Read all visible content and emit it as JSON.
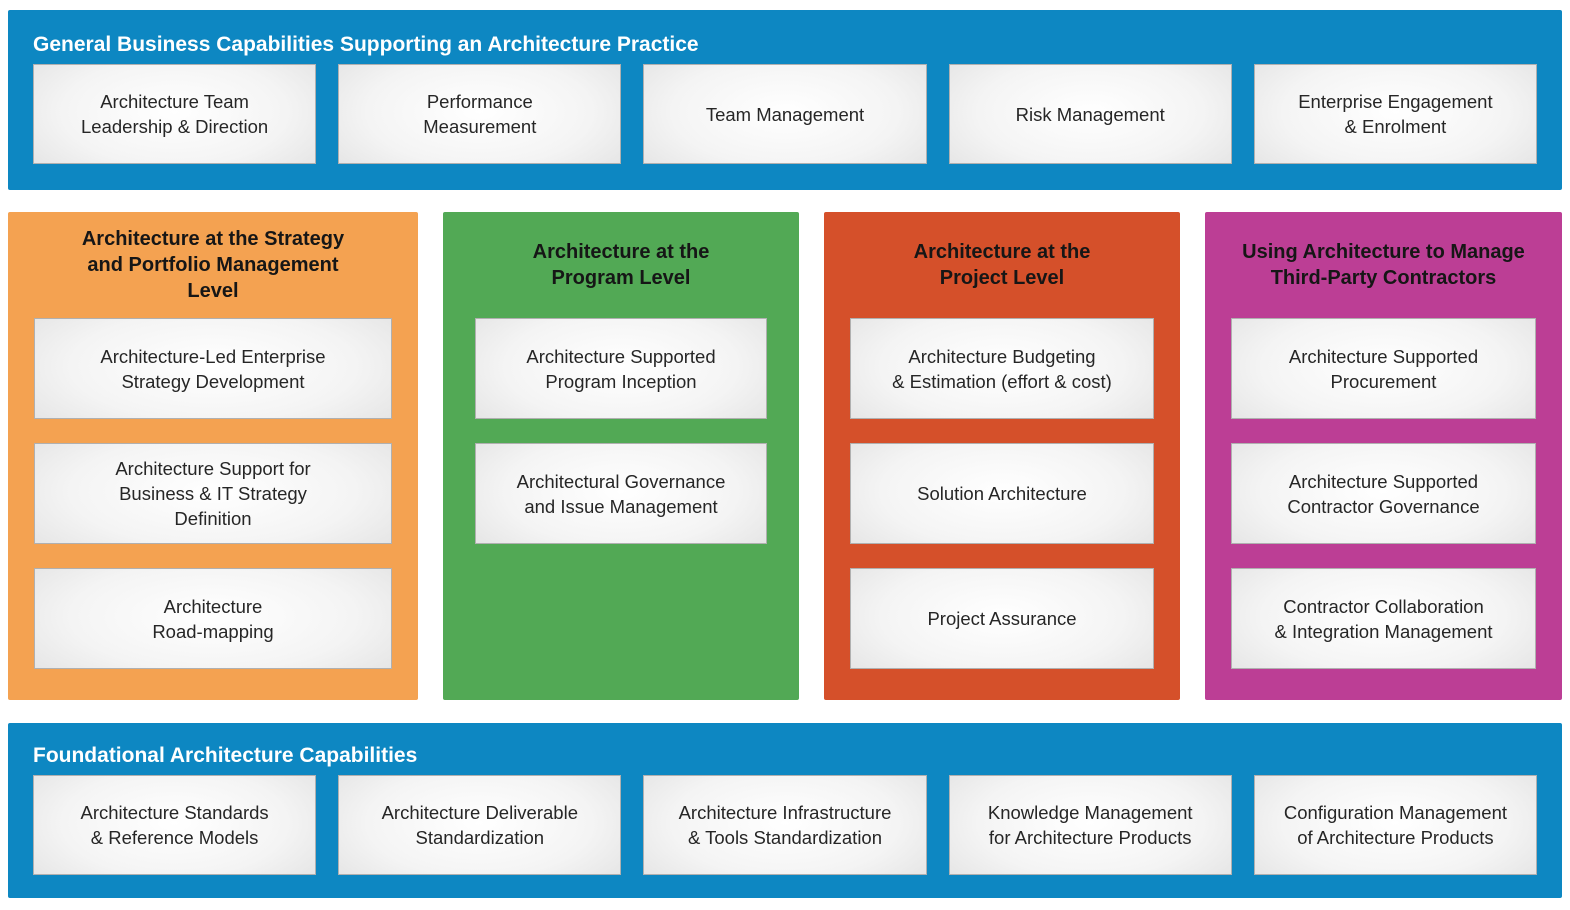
{
  "top_band": {
    "title": "General Business Capabilities Supporting an Architecture Practice",
    "color": "#0d87c2",
    "items": [
      "Architecture Team\nLeadership & Direction",
      "Performance\nMeasurement",
      "Team Management",
      "Risk Management",
      "Enterprise Engagement\n& Enrolment"
    ]
  },
  "columns": [
    {
      "title": "Architecture at the Strategy\nand Portfolio Management\nLevel",
      "color": "#f4a251",
      "items": [
        "Architecture-Led Enterprise\nStrategy Development",
        "Architecture Support for\nBusiness & IT Strategy\nDefinition",
        "Architecture\nRoad-mapping"
      ]
    },
    {
      "title": "Architecture at the\nProgram Level",
      "color": "#52a955",
      "items": [
        "Architecture Supported\nProgram Inception",
        "Architectural Governance\nand Issue Management"
      ]
    },
    {
      "title": "Architecture at the\nProject Level",
      "color": "#d5502a",
      "items": [
        "Architecture Budgeting\n& Estimation (effort & cost)",
        "Solution Architecture",
        "Project Assurance"
      ]
    },
    {
      "title": "Using Architecture to Manage\nThird-Party Contractors",
      "color": "#bc3e95",
      "items": [
        "Architecture Supported\nProcurement",
        "Architecture Supported\nContractor Governance",
        "Contractor Collaboration\n& Integration Management"
      ]
    }
  ],
  "bottom_band": {
    "title": "Foundational Architecture Capabilities",
    "color": "#0d87c2",
    "items": [
      "Architecture Standards\n& Reference Models",
      "Architecture Deliverable\nStandardization",
      "Architecture Infrastructure\n& Tools Standardization",
      "Knowledge Management\nfor Architecture Products",
      "Configuration Management\nof Architecture Products"
    ]
  }
}
